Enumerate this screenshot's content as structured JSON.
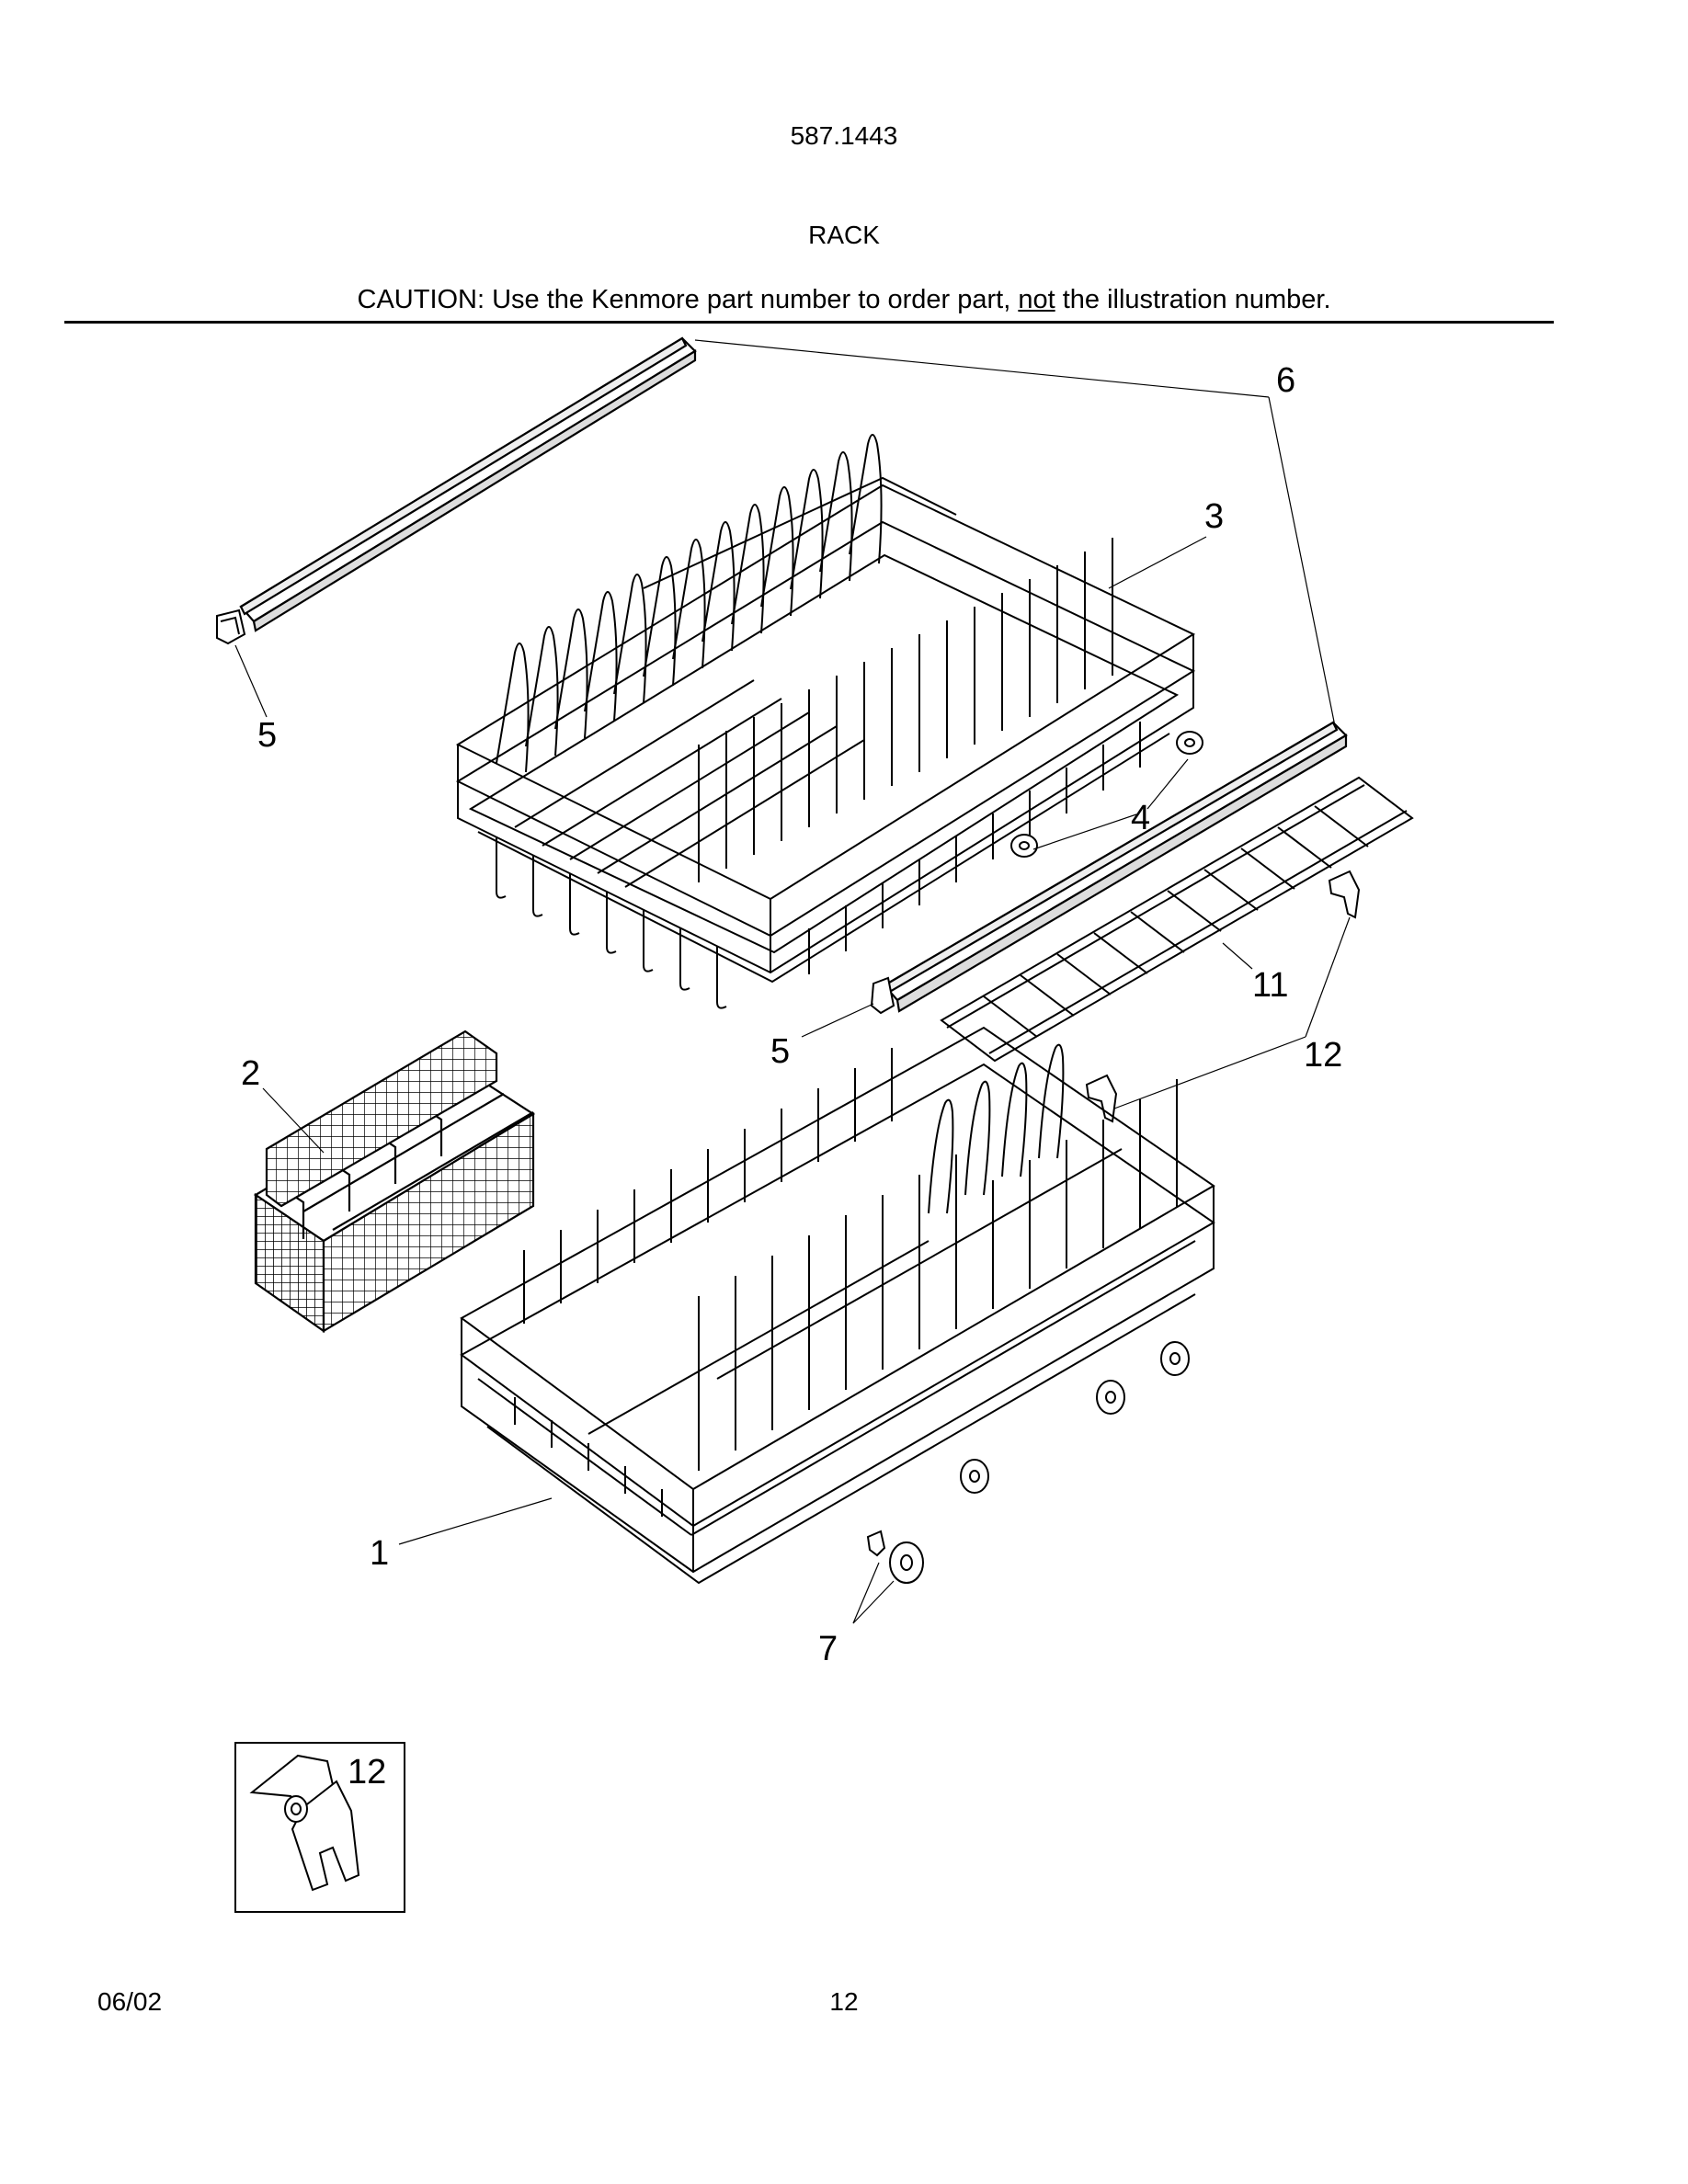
{
  "header": {
    "model_number": "587.1443",
    "section_title": "RACK",
    "caution_prefix": "CAUTION: Use the Kenmore part number to order part, ",
    "caution_underlined": "not",
    "caution_suffix": " the illustration number."
  },
  "callouts": {
    "c1": "1",
    "c2": "2",
    "c3": "3",
    "c4": "4",
    "c5a": "5",
    "c5b": "5",
    "c6": "6",
    "c7": "7",
    "c11": "11",
    "c12": "12",
    "c12_inset": "12"
  },
  "footer": {
    "date": "06/02",
    "page_number": "12"
  }
}
